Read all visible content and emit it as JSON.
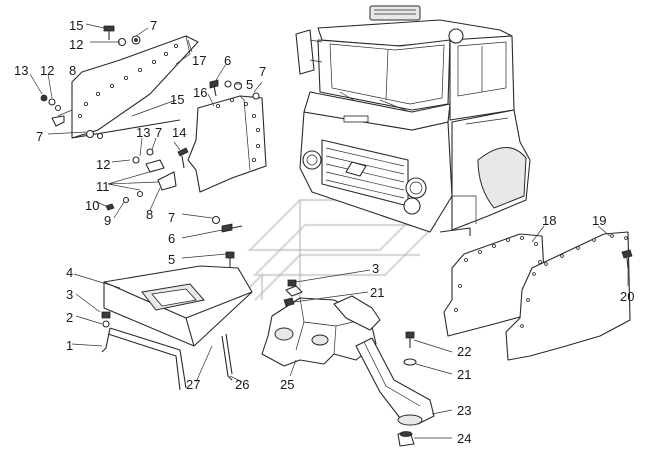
{
  "callouts": {
    "c15a": "15",
    "c7a": "7",
    "c12a": "12",
    "c17": "17",
    "c13a": "13",
    "c12b": "12",
    "c8a": "8",
    "c7b": "7",
    "c15b": "15",
    "c6a": "6",
    "c7c": "7",
    "c5a": "5",
    "c16": "16",
    "c13b": "13",
    "c7d": "7",
    "c14": "14",
    "c12c": "12",
    "c11": "11",
    "c10": "10",
    "c9": "9",
    "c8b": "8",
    "c7e": "7",
    "c6b": "6",
    "c5b": "5",
    "c4": "4",
    "c3a": "3",
    "c2": "2",
    "c1": "1",
    "c3b": "3",
    "c21a": "21",
    "c22": "22",
    "c21b": "21",
    "c23": "23",
    "c24": "24",
    "c25": "25",
    "c26": "26",
    "c27": "27",
    "c18": "18",
    "c19": "19",
    "c20": "20"
  }
}
